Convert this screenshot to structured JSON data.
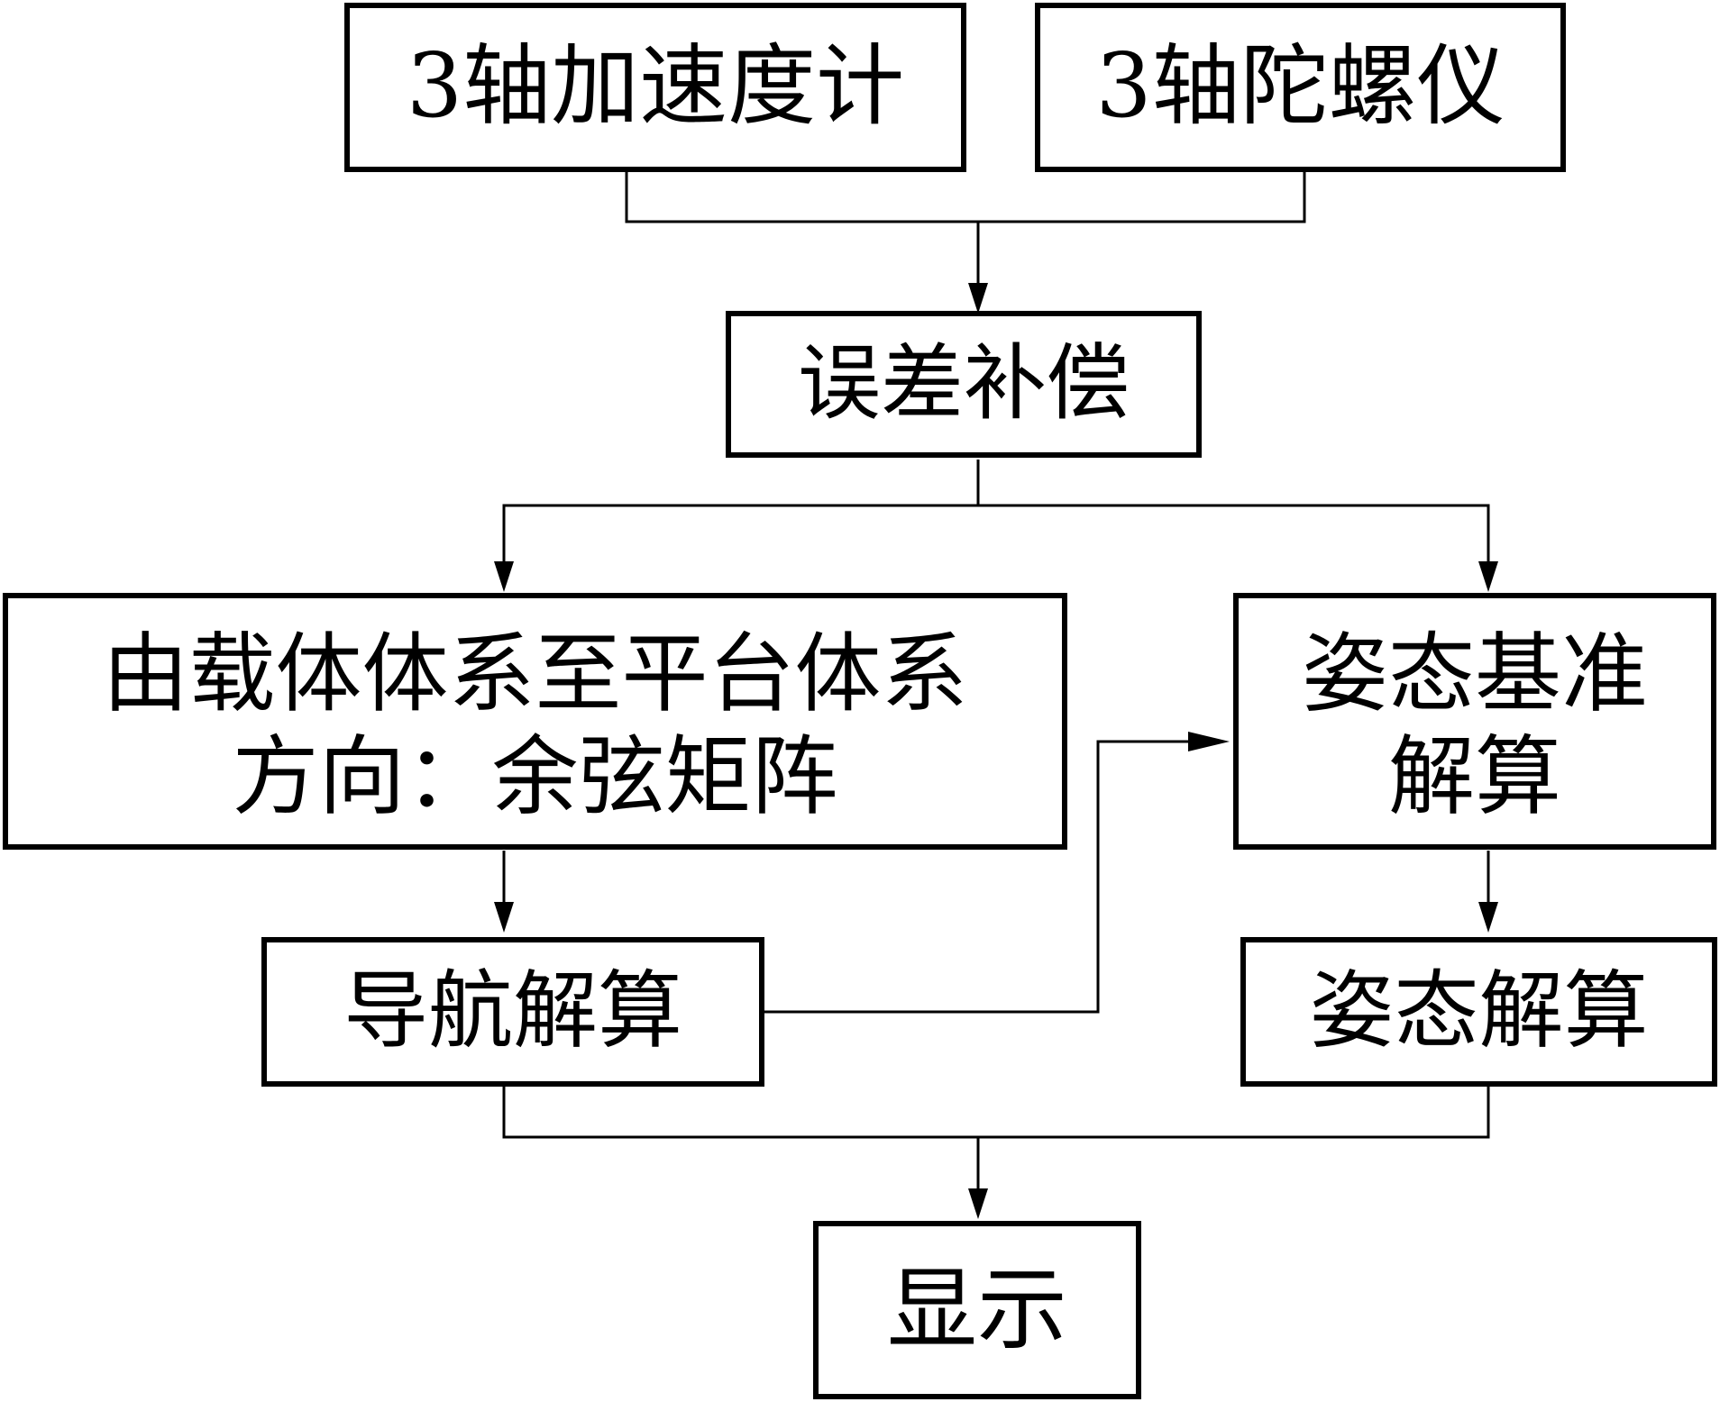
{
  "nodes": {
    "accel": {
      "label": "3轴加速度计"
    },
    "gyro": {
      "label": "3轴陀螺仪"
    },
    "error_comp": {
      "label": "误差补偿"
    },
    "dcm": {
      "line1": "由载体体系至平台体系",
      "line2": "方向：余弦矩阵"
    },
    "attitude_ref": {
      "line1": "姿态基准",
      "line2": "解算"
    },
    "nav_solve": {
      "label": "导航解算"
    },
    "attitude_solve": {
      "label": "姿态解算"
    },
    "display": {
      "label": "显示"
    }
  },
  "edges": [
    {
      "from": "3轴加速度计",
      "to": "误差补偿"
    },
    {
      "from": "3轴陀螺仪",
      "to": "误差补偿"
    },
    {
      "from": "误差补偿",
      "to": "由载体体系至平台体系方向：余弦矩阵"
    },
    {
      "from": "误差补偿",
      "to": "姿态基准解算"
    },
    {
      "from": "由载体体系至平台体系方向：余弦矩阵",
      "to": "导航解算"
    },
    {
      "from": "导航解算",
      "to": "姿态基准解算"
    },
    {
      "from": "姿态基准解算",
      "to": "姿态解算"
    },
    {
      "from": "导航解算",
      "to": "显示"
    },
    {
      "from": "姿态解算",
      "to": "显示"
    }
  ]
}
